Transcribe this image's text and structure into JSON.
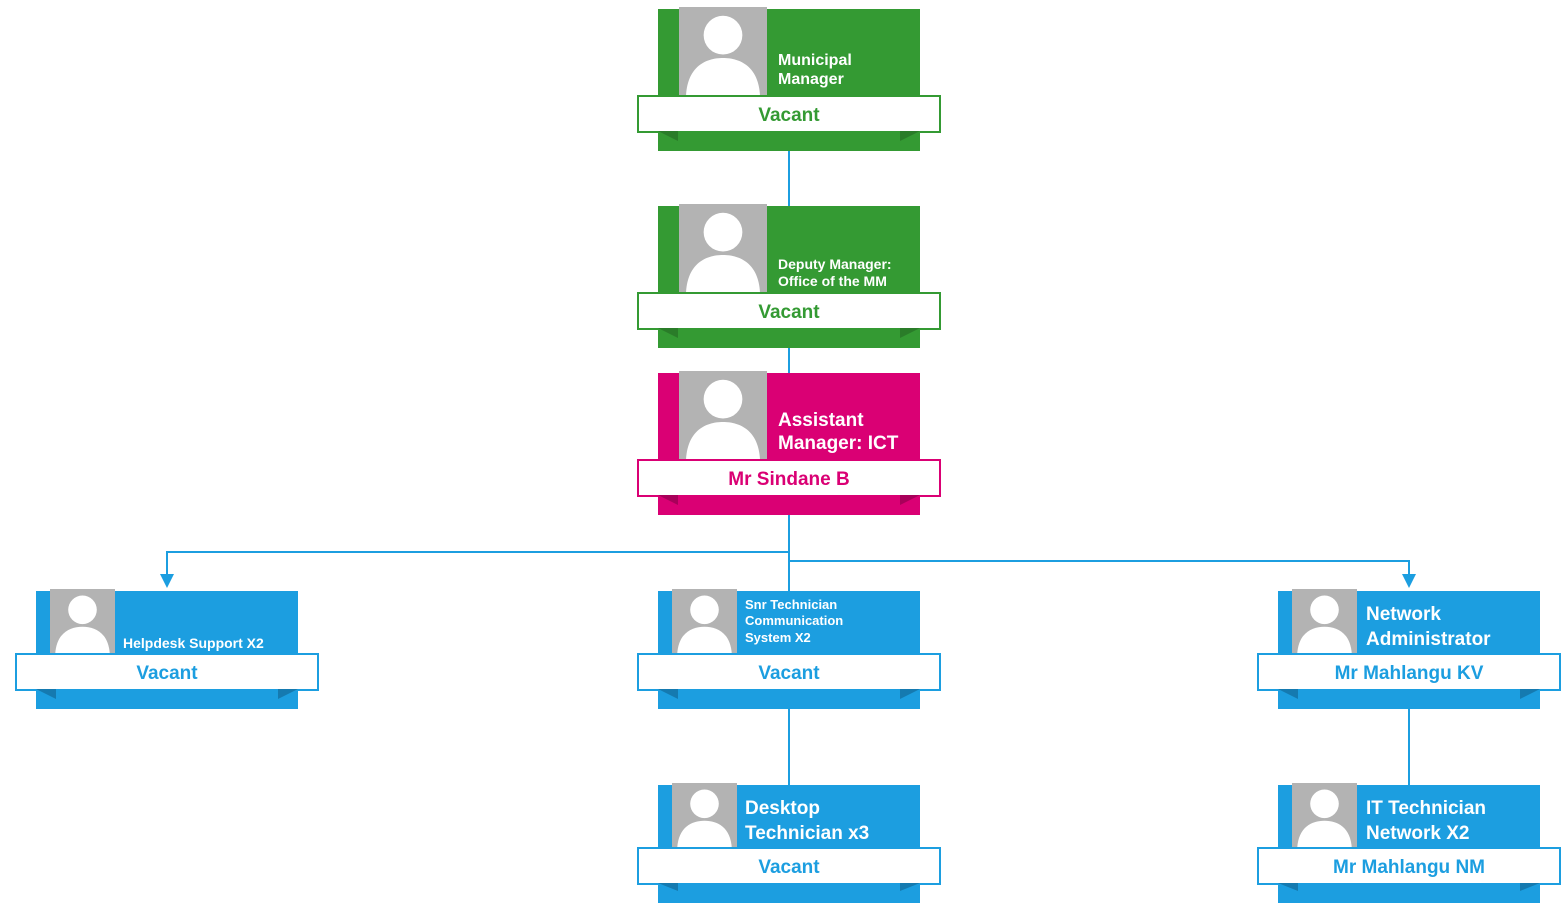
{
  "nodes": [
    {
      "id": "mm",
      "title": "Municipal Manager",
      "name": "Vacant",
      "color": "#349a33"
    },
    {
      "id": "dm",
      "title": "Deputy Manager: Office of the MM",
      "name": "Vacant",
      "color": "#349a33"
    },
    {
      "id": "am",
      "title": "Assistant Manager: ICT",
      "name": "Mr Sindane B",
      "color": "#da0074"
    },
    {
      "id": "hd",
      "title": "Helpdesk Support X2",
      "name": "Vacant",
      "color": "#1c9ee0"
    },
    {
      "id": "st",
      "title": "Snr Technician Communication System X2",
      "name": "Vacant",
      "color": "#1c9ee0"
    },
    {
      "id": "na",
      "title": "Network Administrator",
      "name": "Mr Mahlangu KV",
      "color": "#1c9ee0"
    },
    {
      "id": "dt",
      "title": "Desktop Technician x3",
      "name": "Vacant",
      "color": "#1c9ee0"
    },
    {
      "id": "it",
      "title": "IT Technician Network X2",
      "name": "Mr Mahlangu NM",
      "color": "#1c9ee0"
    }
  ],
  "connector_color": "#1c9ee0",
  "icons": {
    "photo": "person-silhouette-icon",
    "arrow": "arrow-down-icon"
  }
}
